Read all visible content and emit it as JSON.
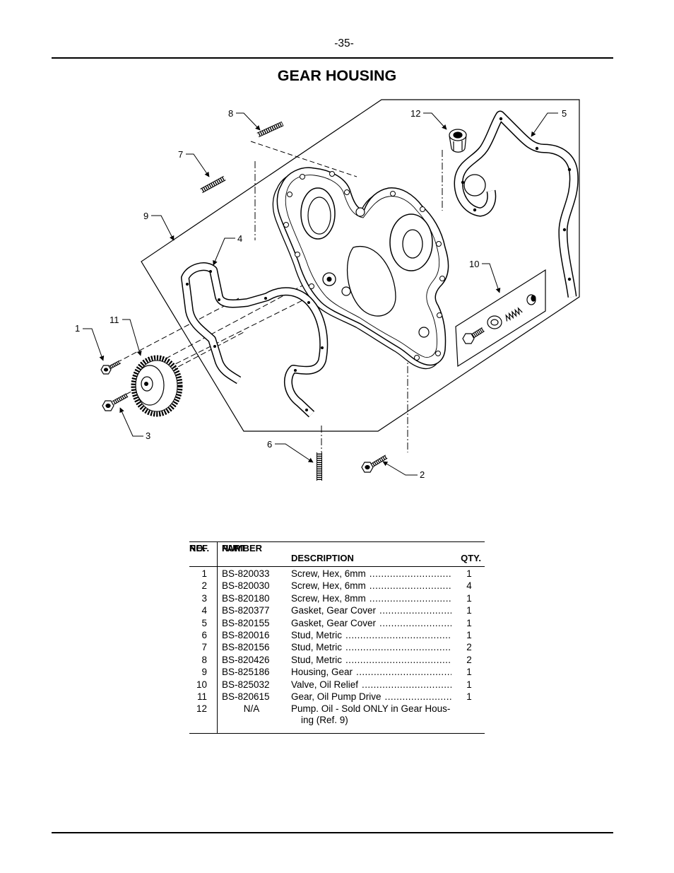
{
  "page": {
    "number": "-35-",
    "title": "GEAR HOUSING"
  },
  "diagram": {
    "callouts": [
      "1",
      "2",
      "3",
      "4",
      "5",
      "6",
      "7",
      "8",
      "9",
      "10",
      "11",
      "12"
    ]
  },
  "table": {
    "headers": {
      "ref_line1": "REF.",
      "ref_line2": "NO.",
      "part_line1": "PART",
      "part_line2": "NUMBER",
      "description": "DESCRIPTION",
      "qty": "QTY."
    },
    "rows": [
      {
        "ref": "1",
        "part": "BS-820033",
        "description": "Screw, Hex, 6mm",
        "qty": "1"
      },
      {
        "ref": "2",
        "part": "BS-820030",
        "description": "Screw, Hex, 6mm",
        "qty": "4"
      },
      {
        "ref": "3",
        "part": "BS-820180",
        "description": "Screw, Hex, 8mm",
        "qty": "1"
      },
      {
        "ref": "4",
        "part": "BS-820377",
        "description": "Gasket, Gear Cover",
        "qty": "1"
      },
      {
        "ref": "5",
        "part": "BS-820155",
        "description": "Gasket, Gear Cover",
        "qty": "1"
      },
      {
        "ref": "6",
        "part": "BS-820016",
        "description": "Stud, Metric",
        "qty": "1"
      },
      {
        "ref": "7",
        "part": "BS-820156",
        "description": "Stud, Metric",
        "qty": "2"
      },
      {
        "ref": "8",
        "part": "BS-820426",
        "description": "Stud, Metric",
        "qty": "2"
      },
      {
        "ref": "9",
        "part": "BS-825186",
        "description": "Housing, Gear",
        "qty": "1"
      },
      {
        "ref": "10",
        "part": "BS-825032",
        "description": "Valve, Oil Relief",
        "qty": "1"
      },
      {
        "ref": "11",
        "part": "BS-820615",
        "description": "Gear, Oil Pump Drive",
        "qty": "1"
      },
      {
        "ref": "12",
        "part": "N/A",
        "description": "Pump. Oil - Sold ONLY in Gear Hous-",
        "description_cont": "ing (Ref. 9)"
      }
    ]
  }
}
